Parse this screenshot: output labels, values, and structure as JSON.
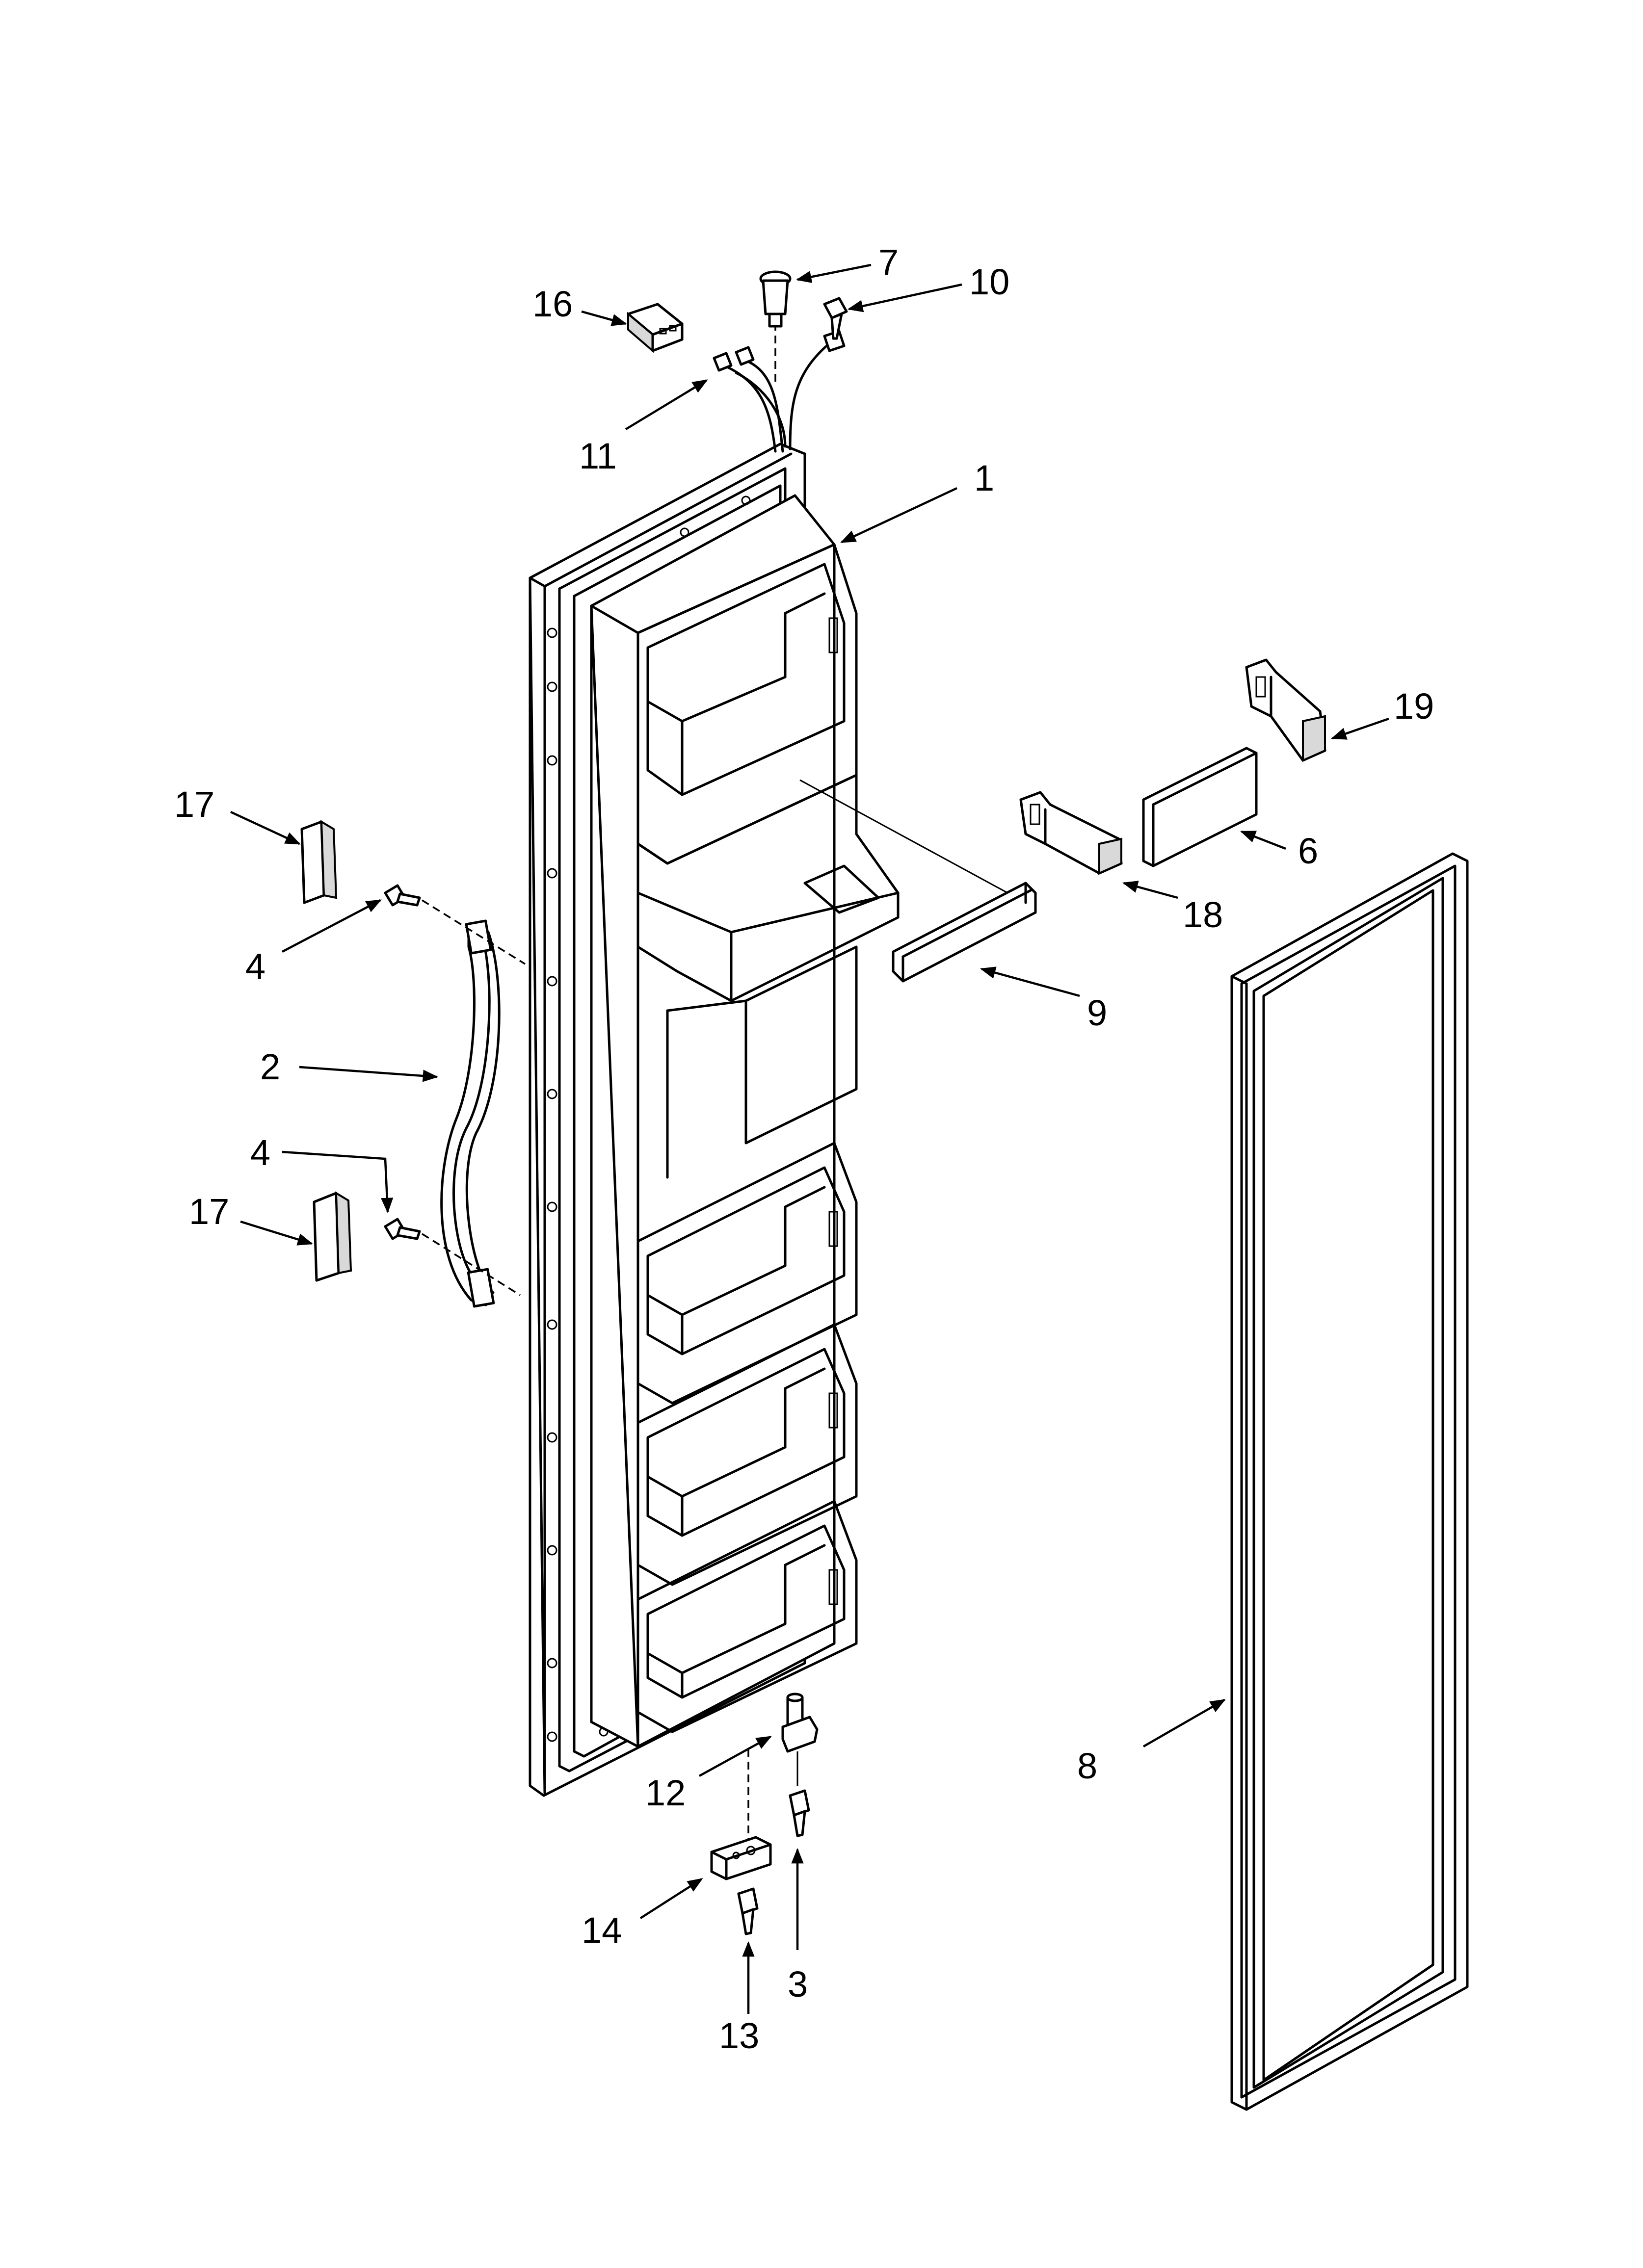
{
  "callouts": {
    "p1": "1",
    "p2": "2",
    "p3": "3",
    "p4a": "4",
    "p4b": "4",
    "p6": "6",
    "p7": "7",
    "p8": "8",
    "p9": "9",
    "p10": "10",
    "p11": "11",
    "p12": "12",
    "p13": "13",
    "p14": "14",
    "p16": "16",
    "p17a": "17",
    "p17b": "17",
    "p18": "18",
    "p19": "19"
  }
}
